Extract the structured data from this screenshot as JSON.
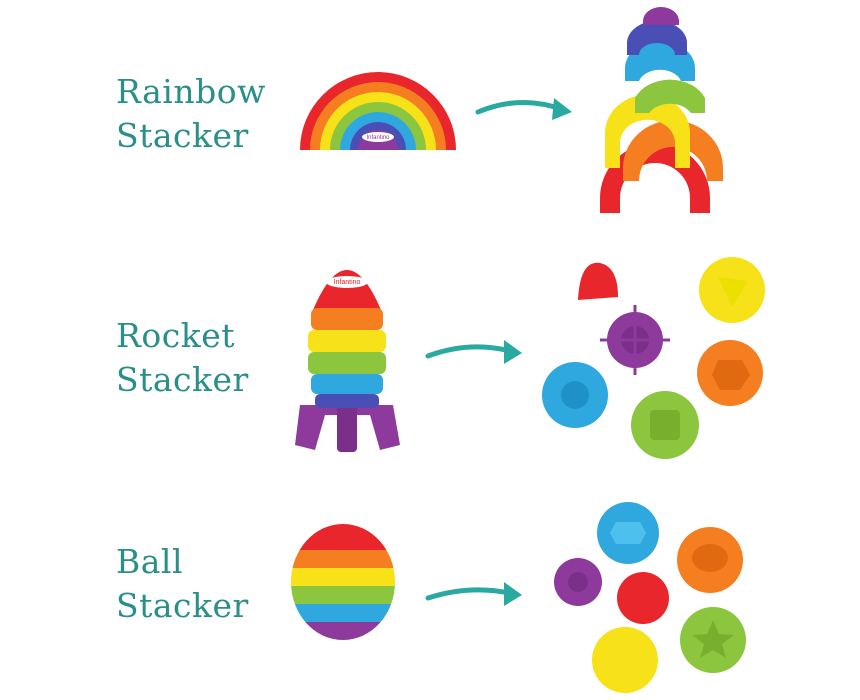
{
  "brand": "Infantino",
  "products": [
    {
      "line1": "Rainbow",
      "line2": "Stacker"
    },
    {
      "line1": "Rocket",
      "line2": "Stacker"
    },
    {
      "line1": "Ball",
      "line2": "Stacker"
    }
  ],
  "colors": {
    "text": "#2a8f88",
    "arrow": "#2aa9a0",
    "red": "#e8262b",
    "orange": "#f57f20",
    "yellow": "#f7e118",
    "green": "#8cc63f",
    "blue": "#2fa8e0",
    "indigo": "#4a4fb5",
    "purple": "#8e3a9d"
  }
}
